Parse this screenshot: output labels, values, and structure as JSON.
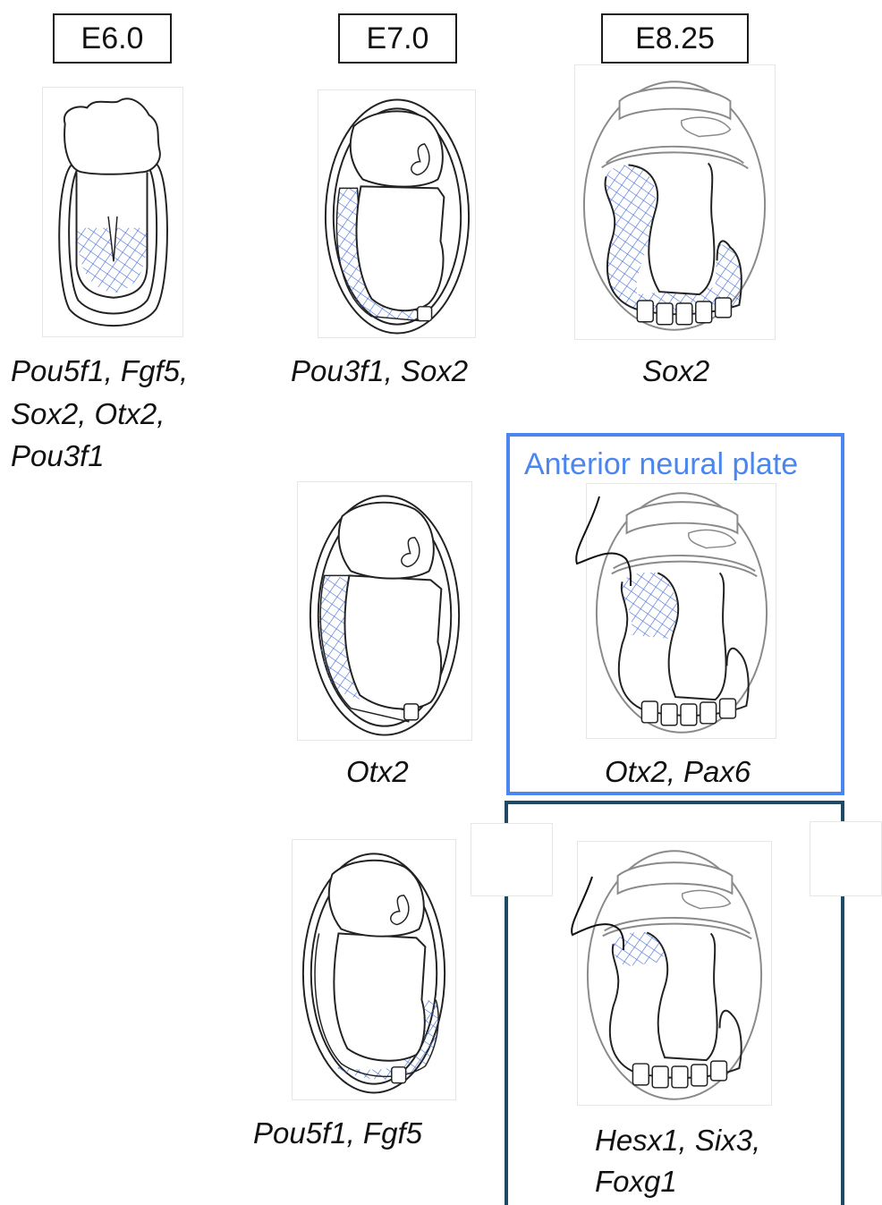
{
  "stages": [
    "E6.0",
    "E7.0",
    "E8.25"
  ],
  "colors": {
    "hatch": "#4a72d8",
    "outline": "#222222",
    "light_outline": "#8a8a8a",
    "frame_blue": "#4b86f0",
    "frame_navy": "#1e4a66"
  },
  "captions": {
    "e6": [
      "Pou5f1, Fgf5,",
      "Sox2, Otx2,",
      "Pou3f1"
    ],
    "e7_top": "Pou3f1, Sox2",
    "e825_top": "Sox2",
    "e7_mid": "Otx2",
    "e825_mid": "Otx2, Pax6",
    "e7_bottom": "Pou5f1, Fgf5",
    "e825_bottom": [
      "Hesx1, Six3,",
      "Foxg1"
    ]
  },
  "anterior_label": "Anterior neural plate"
}
